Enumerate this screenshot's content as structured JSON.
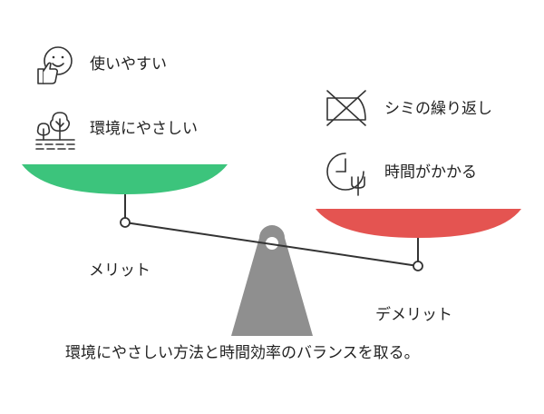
{
  "merits": {
    "heading": "メリット",
    "color": "#3cc47c",
    "items": [
      {
        "icon": "thumbs-up-smile-icon",
        "label": "使いやすい"
      },
      {
        "icon": "trees-ground-icon",
        "label": "環境にやさしい"
      }
    ]
  },
  "demerits": {
    "heading": "デメリット",
    "color": "#e45451",
    "items": [
      {
        "icon": "no-iron-icon",
        "label": "シミの繰り返し"
      },
      {
        "icon": "clock-icon",
        "label": "時間がかかる"
      }
    ]
  },
  "scale": {
    "color": "#8f8f8f",
    "line_color": "#333333"
  },
  "caption": "環境にやさしい方法と時間効率のバランスを取る。"
}
